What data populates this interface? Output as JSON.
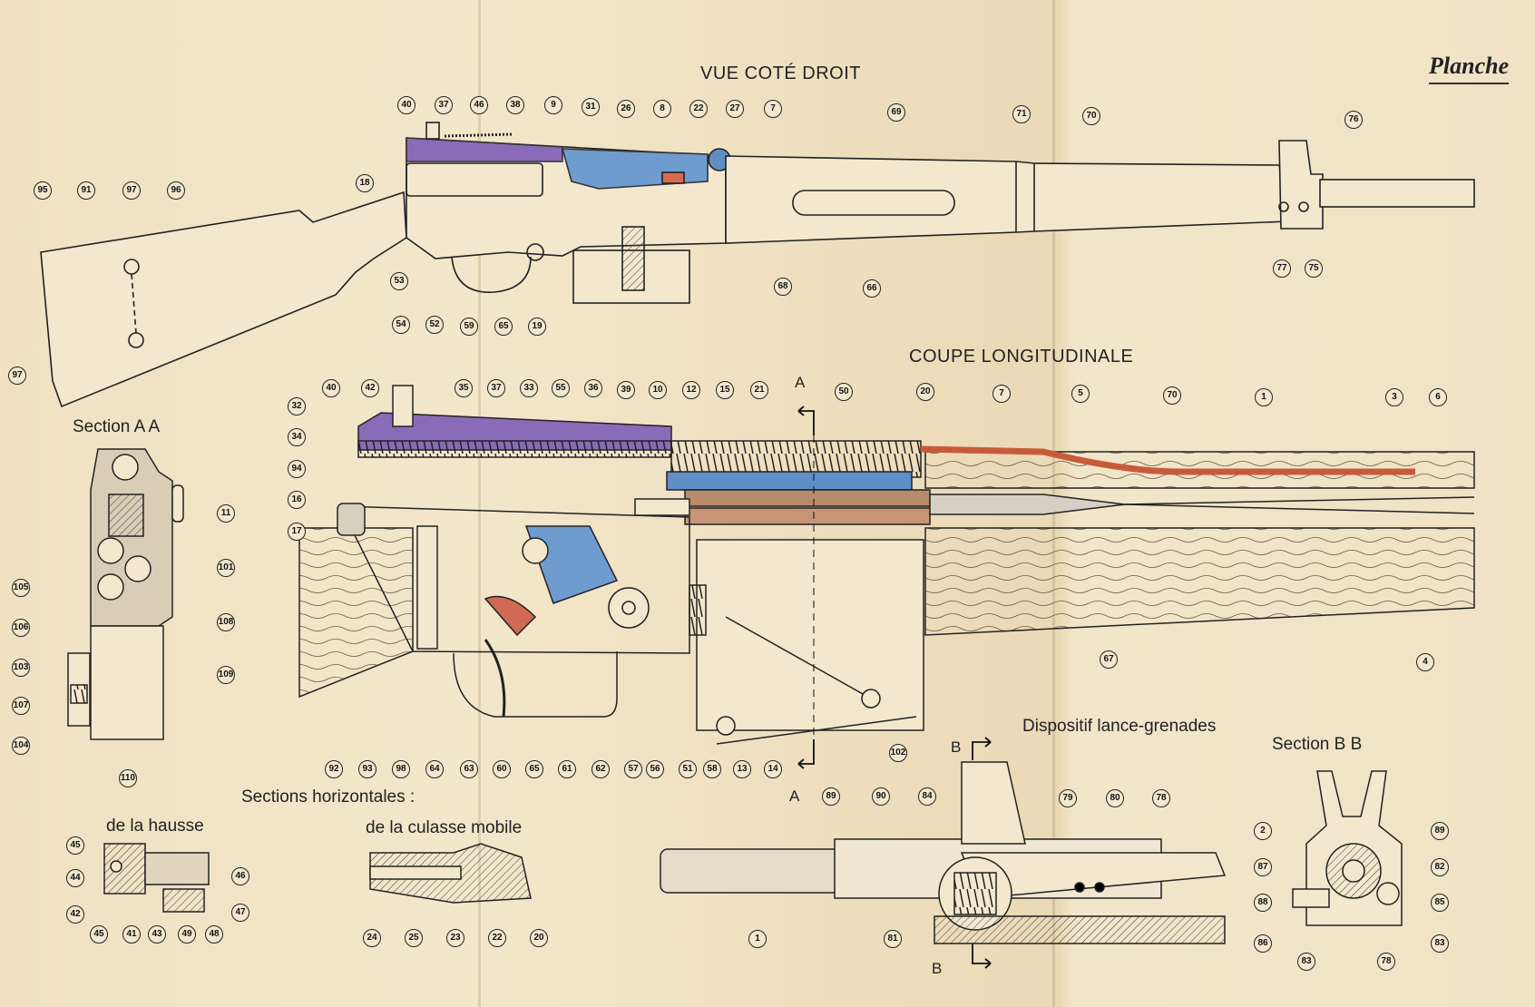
{
  "plate_label": "Planche",
  "titles": {
    "right_view": "VUE COTÉ DROIT",
    "longitudinal": "COUPE LONGITUDINALE",
    "section_aa": "Section A A",
    "section_bb": "Section B B",
    "grenade": "Dispositif lance-grenades",
    "horizontal": "Sections horizontales :",
    "hausse": "de la hausse",
    "culasse": "de la culasse mobile"
  },
  "section_markers": {
    "a_top": "A",
    "a_bottom": "A",
    "b_top": "B",
    "b_bottom": "B"
  },
  "callouts": [
    "40",
    "37",
    "46",
    "38",
    "9",
    "31",
    "26",
    "8",
    "22",
    "27",
    "7",
    "69",
    "71",
    "70",
    "76",
    "95",
    "91",
    "97",
    "96",
    "18",
    "68",
    "66",
    "77",
    "75",
    "53",
    "54",
    "52",
    "59",
    "65",
    "19",
    "97",
    "40",
    "42",
    "35",
    "37",
    "33",
    "55",
    "36",
    "39",
    "10",
    "12",
    "15",
    "21",
    "50",
    "20",
    "7",
    "5",
    "70",
    "1",
    "3",
    "6",
    "32",
    "34",
    "94",
    "16",
    "17",
    "11",
    "101",
    "105",
    "108",
    "106",
    "109",
    "103",
    "107",
    "104",
    "110",
    "67",
    "4",
    "92",
    "93",
    "98",
    "64",
    "63",
    "60",
    "65",
    "61",
    "62",
    "57",
    "56",
    "51",
    "58",
    "13",
    "14",
    "102",
    "89",
    "90",
    "84",
    "79",
    "80",
    "78",
    "1",
    "81",
    "2",
    "89",
    "87",
    "82",
    "88",
    "85",
    "86",
    "83",
    "83",
    "78",
    "45",
    "44",
    "42",
    "45",
    "41",
    "43",
    "49",
    "48",
    "46",
    "47",
    "24",
    "25",
    "23",
    "22",
    "20"
  ],
  "colors": {
    "paper": "#efe2c4",
    "ink": "#222222",
    "violet": "#7a5aa8",
    "blue": "#5e8fc6",
    "red": "#d0553f",
    "brown": "#a8765a"
  }
}
